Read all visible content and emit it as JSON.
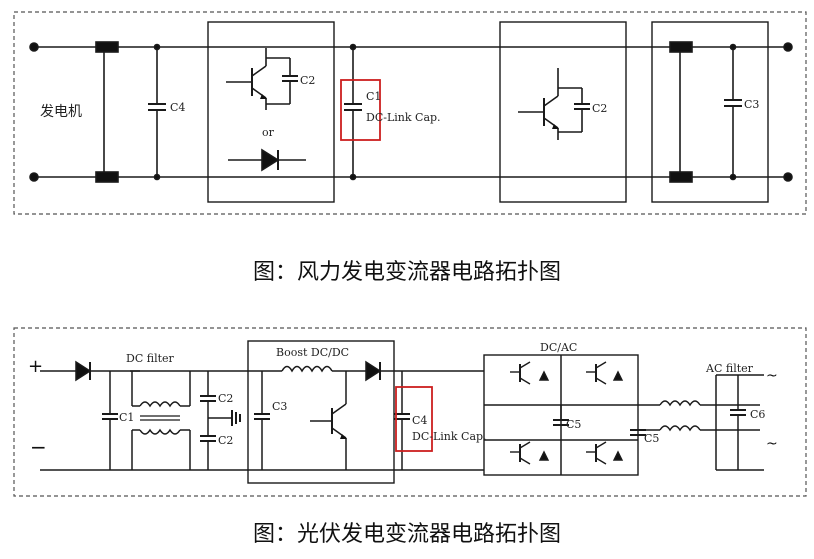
{
  "wind": {
    "caption": "图：风力发电变流器电路拓扑图",
    "generator_label": "发电机",
    "c4_label": "C4",
    "c2_label": "C2",
    "or_label": "or",
    "c1_label": "C1",
    "dclink_label": "DC-Link Cap.",
    "c2b_label": "C2",
    "c3_label": "C3"
  },
  "pv": {
    "caption": "图：光伏发电变流器电路拓扑图",
    "plus_label": "+",
    "minus_label": "−",
    "dc_filter_label": "DC filter",
    "c1_label": "C1",
    "c2a_label": "C2",
    "c2b_label": "C2",
    "boost_label": "Boost DC/DC",
    "c3_label": "C3",
    "c4_label": "C4",
    "dclink_label": "DC-Link Cap.",
    "dcac_label": "DC/AC",
    "c5a_label": "C5",
    "c5b_label": "C5",
    "ac_filter_label": "AC filter",
    "c6_label": "C6",
    "tilde1": "~",
    "tilde2": "~"
  },
  "colors": {
    "highlight": "#cc1f1f",
    "line": "#1a1a1a",
    "dash": "#555555"
  }
}
